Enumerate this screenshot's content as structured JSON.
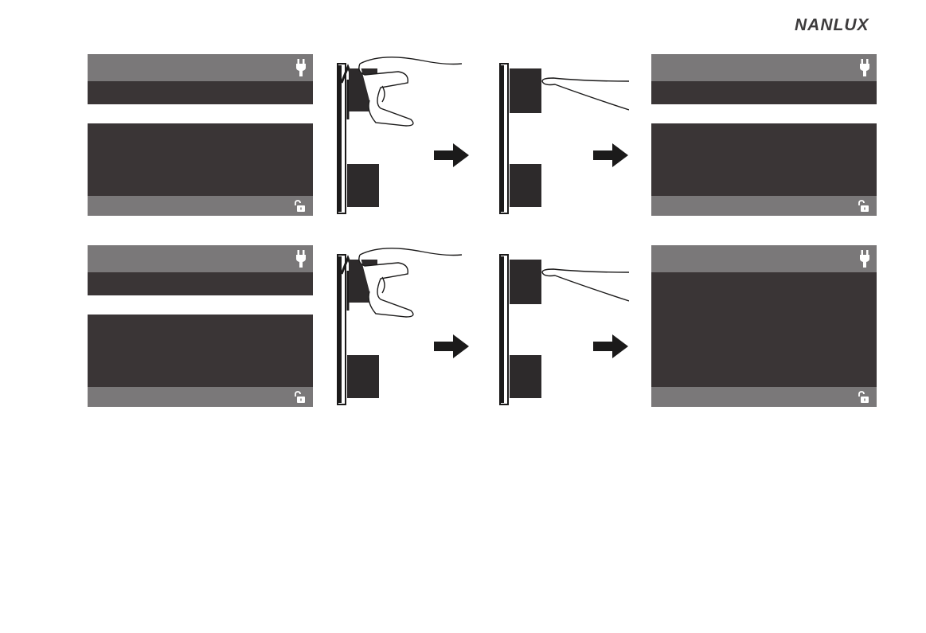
{
  "brand": {
    "logo_text": "NANLUX"
  },
  "icons": {
    "power_icon": "plug-icon",
    "lock_icon": "unlocked-padlock-icon",
    "flow_arrow": "right-arrow-icon",
    "press_hand": "hand-press-knob",
    "touch_hand": "finger-touch-knob"
  },
  "colors": {
    "bar_gray": "#7a7879",
    "panel_dark": "#3a3536",
    "icon_white": "#ffffff",
    "ink": "#1b1a1a"
  },
  "rows": [
    {
      "start_screen": {
        "layout": "split",
        "power_icon": "plug-icon",
        "lock_icon": "unlocked-padlock-icon"
      },
      "step1": "hand-press-knob",
      "step2": "finger-touch-knob",
      "end_screen": {
        "layout": "split",
        "power_icon": "plug-icon",
        "lock_icon": "unlocked-padlock-icon"
      }
    },
    {
      "start_screen": {
        "layout": "split",
        "power_icon": "plug-icon",
        "lock_icon": "unlocked-padlock-icon"
      },
      "step1": "hand-press-knob",
      "step2": "finger-touch-knob",
      "end_screen": {
        "layout": "full",
        "power_icon": "plug-icon",
        "lock_icon": "unlocked-padlock-icon"
      }
    }
  ]
}
